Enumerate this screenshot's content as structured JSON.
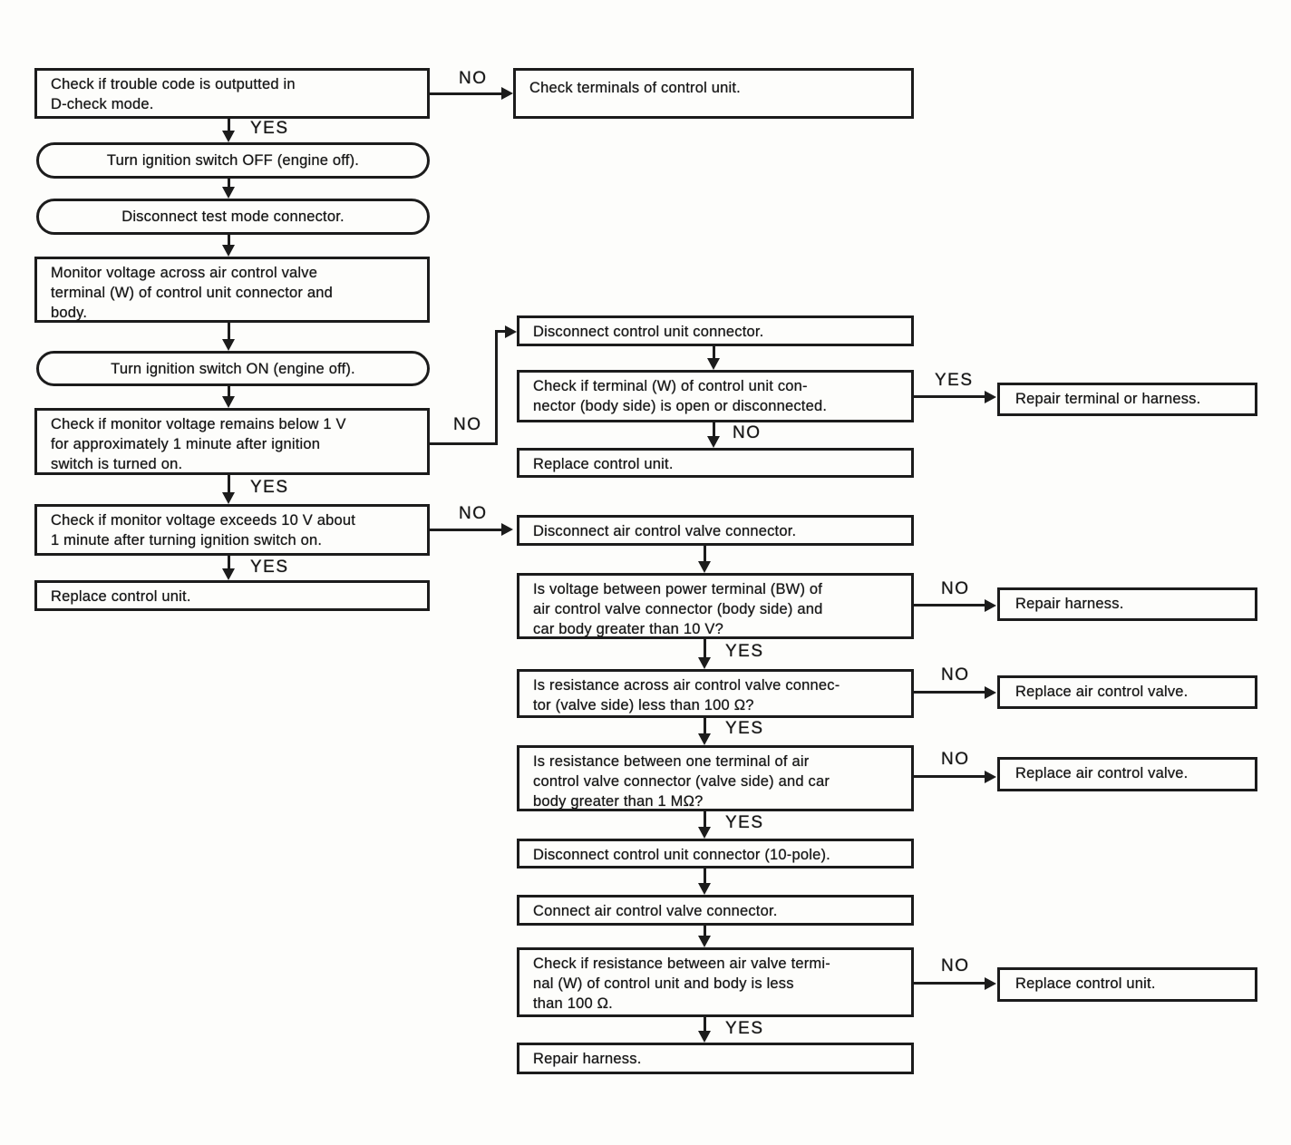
{
  "labels": {
    "yes": "YES",
    "no": "NO"
  },
  "colors": {
    "ink": "#1c1c1c",
    "paper": "#fdfdfb"
  },
  "nodes": {
    "check_trouble_code": {
      "text": "Check if trouble code is outputted in\nD-check mode."
    },
    "check_terminals": {
      "text": "Check terminals of control unit."
    },
    "turn_ignition_off": {
      "text": "Turn ignition switch OFF (engine off)."
    },
    "disconnect_test_mode": {
      "text": "Disconnect test mode connector."
    },
    "monitor_voltage": {
      "text": "Monitor voltage across air control valve\nterminal (W) of control unit connector and\nbody."
    },
    "turn_ignition_on": {
      "text": "Turn ignition switch ON (engine off)."
    },
    "check_below_1v": {
      "text": "Check if monitor voltage remains below 1 V\nfor approximately 1 minute after ignition\nswitch is turned on."
    },
    "check_exceeds_10v": {
      "text": "Check if monitor voltage exceeds 10 V about\n1 minute after turning ignition switch on."
    },
    "replace_control_unit_left": {
      "text": "Replace control unit."
    },
    "disconnect_cu_connector": {
      "text": "Disconnect control unit connector."
    },
    "check_terminal_w": {
      "text": "Check if terminal (W) of control unit con-\nnector (body side) is open or disconnected."
    },
    "replace_control_unit_mid": {
      "text": "Replace control unit."
    },
    "disconnect_acv_connector": {
      "text": "Disconnect air control valve connector."
    },
    "voltage_power_terminal": {
      "text": "Is voltage between power terminal (BW) of\nair control valve connector (body side) and\ncar body greater than 10 V?"
    },
    "resistance_across_valve": {
      "text": "Is resistance across air control valve connec-\ntor (valve side) less than 100 Ω?"
    },
    "resistance_one_terminal": {
      "text": "Is resistance between one terminal of air\ncontrol valve connector (valve side) and car\nbody greater than 1 MΩ?"
    },
    "disconnect_cu_10pole": {
      "text": "Disconnect control unit connector (10-pole)."
    },
    "connect_acv": {
      "text": "Connect air control valve connector."
    },
    "check_resistance_air_valve": {
      "text": "Check if resistance between air valve termi-\nnal (W) of control unit and body is less\nthan 100 Ω."
    },
    "repair_harness_bottom": {
      "text": "Repair harness."
    },
    "repair_terminal_or_harness": {
      "text": "Repair terminal or harness."
    },
    "repair_harness_right": {
      "text": "Repair harness."
    },
    "replace_acv_1": {
      "text": "Replace air control valve."
    },
    "replace_acv_2": {
      "text": "Replace air control valve."
    },
    "replace_control_unit_right": {
      "text": "Replace control unit."
    }
  },
  "edges": [
    {
      "from": "check_trouble_code",
      "to": "check_terminals",
      "label": "NO"
    },
    {
      "from": "check_trouble_code",
      "to": "turn_ignition_off",
      "label": "YES"
    },
    {
      "from": "turn_ignition_off",
      "to": "disconnect_test_mode",
      "label": ""
    },
    {
      "from": "disconnect_test_mode",
      "to": "monitor_voltage",
      "label": ""
    },
    {
      "from": "monitor_voltage",
      "to": "turn_ignition_on",
      "label": ""
    },
    {
      "from": "turn_ignition_on",
      "to": "check_below_1v",
      "label": ""
    },
    {
      "from": "check_below_1v",
      "to": "disconnect_cu_connector",
      "label": "NO"
    },
    {
      "from": "check_below_1v",
      "to": "check_exceeds_10v",
      "label": "YES"
    },
    {
      "from": "check_exceeds_10v",
      "to": "disconnect_acv_connector",
      "label": "NO"
    },
    {
      "from": "check_exceeds_10v",
      "to": "replace_control_unit_left",
      "label": "YES"
    },
    {
      "from": "disconnect_cu_connector",
      "to": "check_terminal_w",
      "label": ""
    },
    {
      "from": "check_terminal_w",
      "to": "repair_terminal_or_harness",
      "label": "YES"
    },
    {
      "from": "check_terminal_w",
      "to": "replace_control_unit_mid",
      "label": "NO"
    },
    {
      "from": "disconnect_acv_connector",
      "to": "voltage_power_terminal",
      "label": ""
    },
    {
      "from": "voltage_power_terminal",
      "to": "repair_harness_right",
      "label": "NO"
    },
    {
      "from": "voltage_power_terminal",
      "to": "resistance_across_valve",
      "label": "YES"
    },
    {
      "from": "resistance_across_valve",
      "to": "replace_acv_1",
      "label": "NO"
    },
    {
      "from": "resistance_across_valve",
      "to": "resistance_one_terminal",
      "label": "YES"
    },
    {
      "from": "resistance_one_terminal",
      "to": "replace_acv_2",
      "label": "NO"
    },
    {
      "from": "resistance_one_terminal",
      "to": "disconnect_cu_10pole",
      "label": "YES"
    },
    {
      "from": "disconnect_cu_10pole",
      "to": "connect_acv",
      "label": ""
    },
    {
      "from": "connect_acv",
      "to": "check_resistance_air_valve",
      "label": ""
    },
    {
      "from": "check_resistance_air_valve",
      "to": "replace_control_unit_right",
      "label": "NO"
    },
    {
      "from": "check_resistance_air_valve",
      "to": "repair_harness_bottom",
      "label": "YES"
    }
  ]
}
